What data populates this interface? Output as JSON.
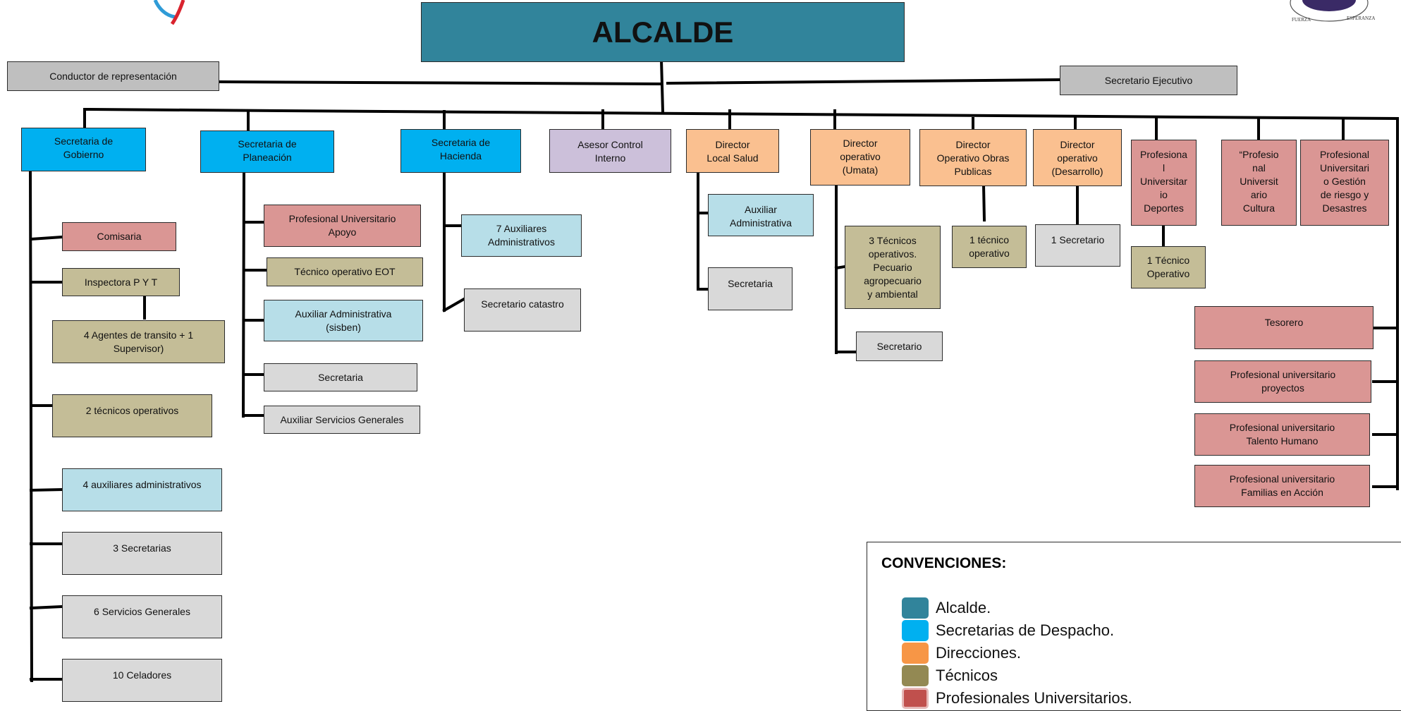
{
  "colors": {
    "alcalde": "#31849b",
    "secretarias": "#00b0f0",
    "direcciones": "#fac090",
    "tecnicos": "#c4bd97",
    "profesionales": "#da9694",
    "auxiliares": "#b7dee8",
    "apoyo": "#d9d9d9",
    "control": "#ccc0da",
    "staff": "#bfbfbf",
    "lines": "#000000"
  },
  "logos": {
    "right_seal_text_left": "FUERZA",
    "right_seal_text_right": "ESPERANZA"
  },
  "org": {
    "alcalde": "ALCALDE",
    "conductor": "Conductor de representación",
    "secretario_ejecutivo": "Secretario Ejecutivo",
    "gobierno": {
      "head": "Secretaria de\nGobierno",
      "children": [
        "Comisaria",
        "Inspectora P Y T",
        "4 Agentes de transito  + 1\nSupervisor)",
        "2 técnicos operativos",
        "4 auxiliares administrativos",
        "3 Secretarias",
        "6 Servicios Generales",
        "10 Celadores"
      ]
    },
    "planeacion": {
      "head": "Secretaria de\nPlaneación",
      "children": [
        "Profesional Universitario\nApoyo",
        "Técnico operativo EOT",
        "Auxiliar Administrativa\n(sisben)",
        "Secretaria",
        "Auxiliar Servicios Generales"
      ]
    },
    "hacienda": {
      "head": "Secretaria de\nHacienda",
      "children": [
        "7 Auxiliares\nAdministrativos",
        "Secretario catastro"
      ]
    },
    "control_interno": "Asesor Control\nInterno",
    "salud": {
      "head": "Director\nLocal Salud",
      "children": [
        "Auxiliar\nAdministrativa",
        "Secretaria"
      ]
    },
    "umata": {
      "head": "Director\noperativo\n(Umata)",
      "children": [
        "3 Técnicos\noperativos.\nPecuario\nagropecuario\ny ambiental",
        "Secretario"
      ]
    },
    "obras": {
      "head": "Director\nOperativo Obras\nPublicas",
      "children": [
        "1 técnico\noperativo"
      ]
    },
    "desarrollo": {
      "head": "Director\noperativo\n(Desarrollo)",
      "children": [
        "1 Secretario"
      ]
    },
    "deportes": {
      "head": "Profesiona\nl\nUniversitar\nio\nDeportes",
      "children": [
        "1 Técnico\nOperativo"
      ]
    },
    "cultura": "“Profesio\nnal\nUniversit\nario\nCultura",
    "riesgo": "Profesional\nUniversitari\no  Gestión\nde riesgo y\nDesastres",
    "right_column": [
      "Tesorero",
      "Profesional universitario\nproyectos",
      "Profesional universitario\nTalento Humano",
      "Profesional universitario\nFamilias en Acción"
    ]
  },
  "legend": {
    "title": "CONVENCIONES:",
    "items": [
      {
        "label": "Alcalde.",
        "color": "#31849b"
      },
      {
        "label": "Secretarias de Despacho.",
        "color": "#00b0f0"
      },
      {
        "label": "Direcciones.",
        "color": "#f79646"
      },
      {
        "label": " Técnicos",
        "color": "#938953"
      },
      {
        "label": " Profesionales Universitarios.",
        "color": "#c0504d"
      }
    ]
  }
}
